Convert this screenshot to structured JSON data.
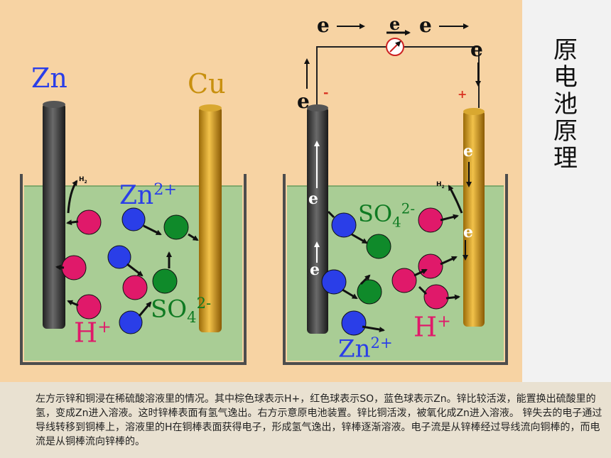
{
  "title_vertical": "原电池原理",
  "left_cell": {
    "label_zn": "Zn",
    "label_cu": "Cu",
    "h2_label": "H",
    "h2_sub": "2",
    "ion_zn": "Zn",
    "ion_zn_charge": "2+",
    "ion_so4": "SO",
    "ion_so4_sub": "4",
    "ion_so4_charge": "2-",
    "ion_h": "H",
    "ion_h_charge": "+"
  },
  "right_cell": {
    "meter_label": "e",
    "electron_label": "e",
    "minus_sign": "-",
    "plus_sign": "+",
    "h2_label": "H",
    "h2_sub": "2",
    "ion_so4": "SO",
    "ion_so4_sub": "4",
    "ion_so4_charge": "2-",
    "ion_h": "H",
    "ion_h_charge": "+",
    "ion_zn": "Zn",
    "ion_zn_charge": "2+"
  },
  "caption": "左方示锌和铜浸在稀硫酸溶液里的情况。其中棕色球表示H+，红色球表示SO，蓝色球表示Zn。锌比较活泼，能置换出硫酸里的氢，变成Zn进入溶液。这时锌棒表面有氢气逸出。右方示意原电池装置。锌比铜活泼，被氧化成Zn进入溶液。 锌失去的电子通过导线转移到铜棒上，溶液里的H在铜棒表面获得电子，形成氢气逸出，锌棒逐渐溶液。电子流是从锌棒经过导线流向铜棒的，而电流是从铜棒流向锌棒的。",
  "colors": {
    "background": "#f7d3a3",
    "solution": "#a9cd95",
    "h_ion": "#e0196a",
    "zn_ion": "#2a3ee8",
    "so4_ion": "#0f8a2a",
    "zn_label": "#2a3ee8",
    "cu_label": "#c8900f",
    "h_label": "#e0196a",
    "so4_label": "#0f7a22"
  }
}
